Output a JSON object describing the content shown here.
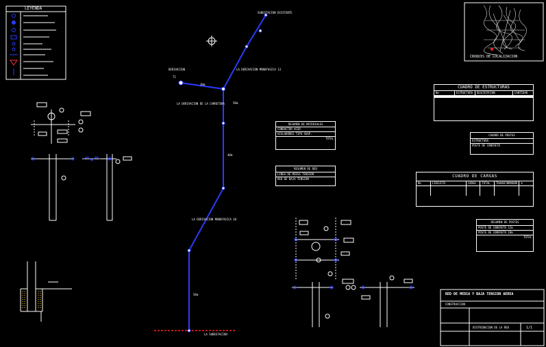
{
  "legend": {
    "title": "LEYENDA"
  },
  "route_labels": {
    "end_top": "SUBESTACION EXISTENTE",
    "left_branch": "DERIVACION",
    "node_t1": "T1",
    "mid_label": "LA DERIVACION MONOFASICA 13",
    "center_label": "LA DERIVACION DE LA CARRETERA",
    "lower_label": "LA DERIVACION MONOFASICA 10",
    "span_a": "30m",
    "span_b": "50m",
    "span_c": "40m",
    "span_d": "50m",
    "start_label": "LA SUBESTACION"
  },
  "location_map": {
    "caption": "CROQUIS DE LOCALIZACION"
  },
  "cuadro_estructuras": {
    "title": "CUADRO DE ESTRUCTURAS",
    "headers": [
      "No",
      "ESTRUCTURA",
      "DESCRIPCION",
      "CANTIDAD"
    ]
  },
  "resumen_materiales": {
    "title": "RESUMEN DE MATERIALES",
    "rows": [
      "CONDUCTOR ACSR",
      "AISLADORES TIPO SUSP.",
      "TOTAL"
    ]
  },
  "resumen_red": {
    "title": "RESUMEN DE RED",
    "rows": [
      "LINEA DE MEDIA TENSION",
      "RED DE BAJA TENSION"
    ]
  },
  "cuadro_cargas": {
    "title": "CUADRO DE CARGAS",
    "headers": [
      "No",
      "CIRCUITO",
      "CARGA",
      "TOTAL",
      "TRANSFORMADOR",
      "%"
    ]
  },
  "cuadro_postes": {
    "title": "RESUMEN DE POSTES",
    "rows": [
      "POSTE DE CONCRETO 12m",
      "POSTE DE CONCRETO 10m",
      "TOTAL"
    ]
  },
  "tabla_derecha_sup": {
    "title": "CUADRO DE POSTES",
    "rows": [
      "ESTRUCTURA",
      "POSTE DE CONCRETO"
    ]
  },
  "title_block": {
    "project": "RED DE MEDIA Y BAJA TENSION AEREA",
    "subtitle": "CONSTRUCCION",
    "sheet": "1/1",
    "drawing": "DISTRIBUCION DE LA RED"
  }
}
